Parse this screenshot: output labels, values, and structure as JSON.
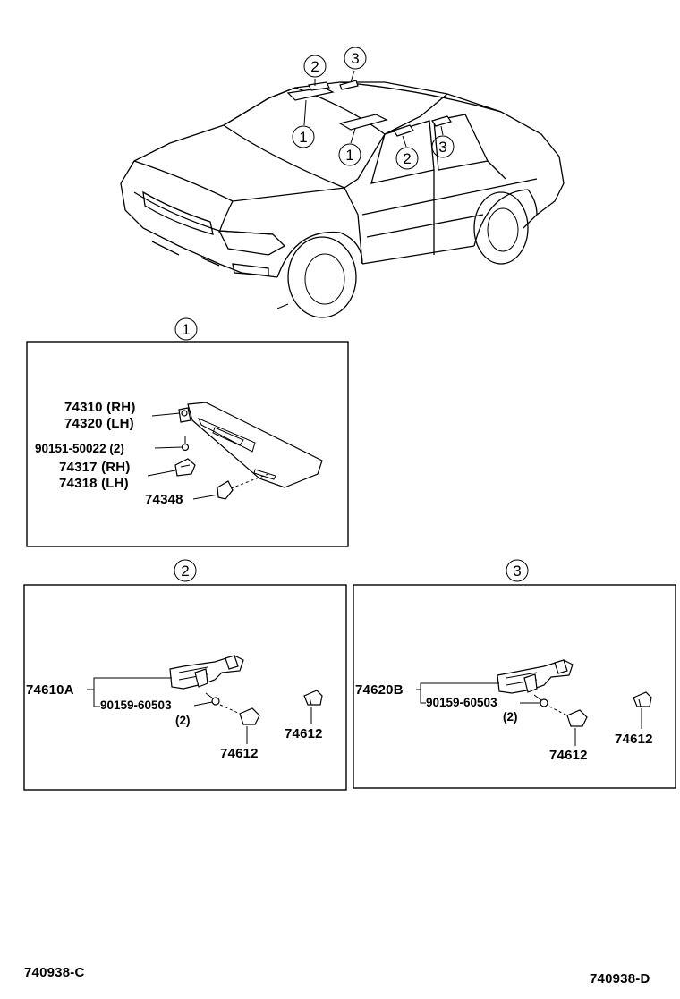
{
  "callouts": {
    "c1": "1",
    "c2": "2",
    "c3": "3"
  },
  "section1": {
    "visor_rh": "74310 (RH)",
    "visor_lh": "74320 (LH)",
    "screw": "90151-50022 (2)",
    "holder_rh": "74317 (RH)",
    "holder_lh": "74318 (LH)",
    "clip": "74348"
  },
  "section2": {
    "assist_grip": "74610A",
    "screw": "90159-60503",
    "screw_qty": "(2)",
    "cover_left": "74612",
    "cover_right": "74612"
  },
  "section3": {
    "assist_grip": "74620B",
    "screw": "90159-60503",
    "screw_qty": "(2)",
    "cover_left": "74612",
    "cover_right": "74612"
  },
  "footer": {
    "code_left": "740938-C",
    "code_right": "740938-D"
  }
}
